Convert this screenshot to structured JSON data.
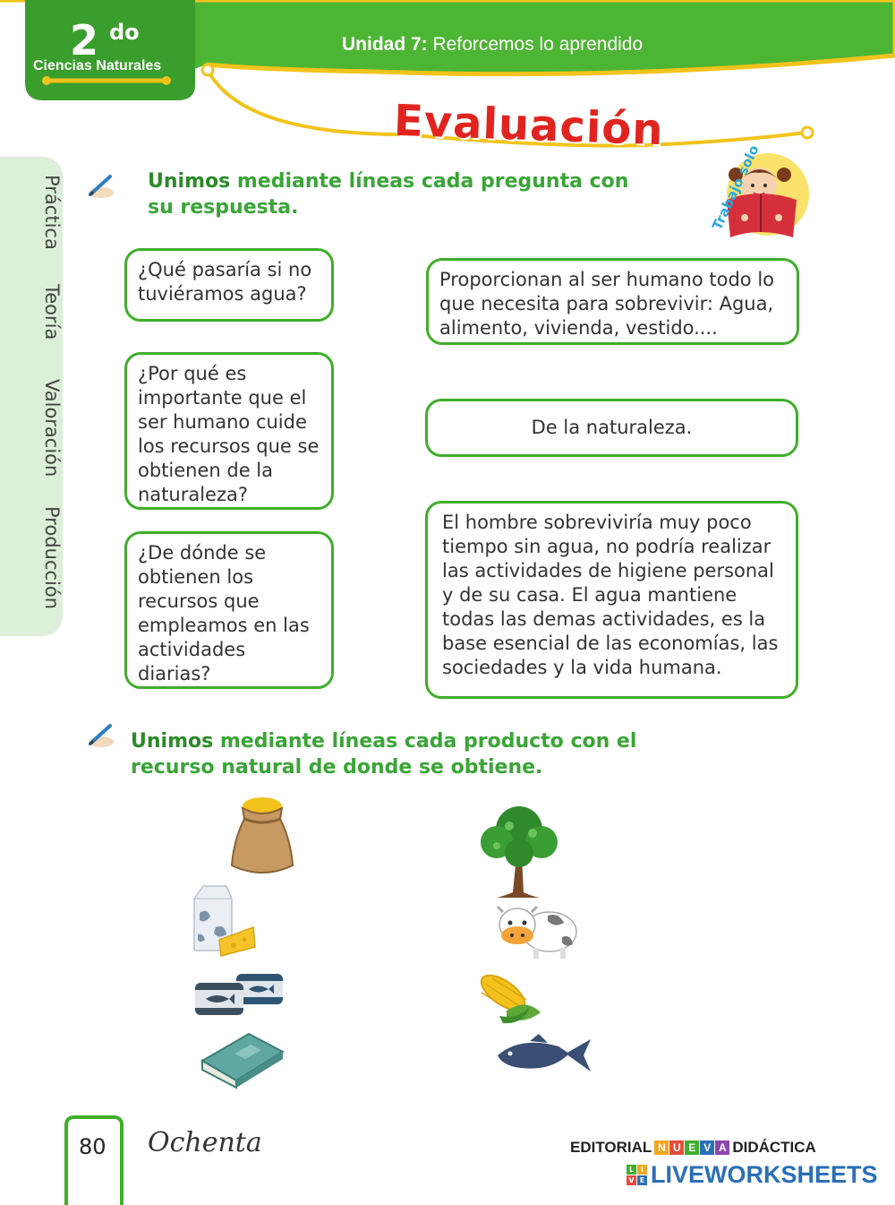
{
  "header": {
    "grade_number": "2",
    "grade_suffix": "do",
    "subject": "Ciencias Naturales",
    "unit_label": "Unidad 7:",
    "unit_title": "Reforcemos lo aprendido",
    "page_title": "Evaluación",
    "badge": "Trabajo solo"
  },
  "side_tabs": [
    "Práctica",
    "Teoría",
    "Valoración",
    "Producción"
  ],
  "activity1": {
    "instruction_bold": "Unimos",
    "instruction_rest": " mediante líneas cada pregunta con su respuesta.",
    "questions": [
      "¿Qué pasaría si no tuviéramos agua?",
      "¿Por qué es importante que el ser humano cuide los recursos que se obtienen de la naturaleza?",
      "¿De dónde se obtienen los recursos que empleamos en las actividades diarias?"
    ],
    "answers": [
      "Proporcionan al ser humano todo lo que necesita para sobrevivir: Agua, alimento, vivienda, vestido....",
      "De la naturaleza.",
      "El hombre sobreviviría muy poco tiempo sin agua, no podría realizar las actividades de higiene personal y de su casa. El agua mantiene todas las demas actividades, es la base esencial de las economías, las sociedades y la vida humana."
    ]
  },
  "activity2": {
    "instruction_bold": "Unimos",
    "instruction_rest": " mediante líneas cada producto con el recurso natural de donde se obtiene.",
    "products": [
      "flour-sack-icon",
      "milk-cheese-icon",
      "canned-fish-icon",
      "book-icon"
    ],
    "resources": [
      "tree-icon",
      "cow-icon",
      "corn-icon",
      "fish-icon"
    ]
  },
  "footer": {
    "page_number": "80",
    "page_word": "Ochenta",
    "editorial_left": "EDITORIAL",
    "editorial_nueva": [
      "N",
      "U",
      "E",
      "V",
      "A"
    ],
    "editorial_right": "DIDÁCTICA",
    "liveworksheets": "LIVEWORKSHEETS",
    "lw_letters": [
      "L",
      "I",
      "V",
      "E"
    ]
  },
  "colors": {
    "green": "#3fae2a",
    "dark_green": "#2a8a27",
    "red_title": "#e1241f",
    "yellow_line": "#f2c31b",
    "side_tab": "#dcefd8"
  }
}
